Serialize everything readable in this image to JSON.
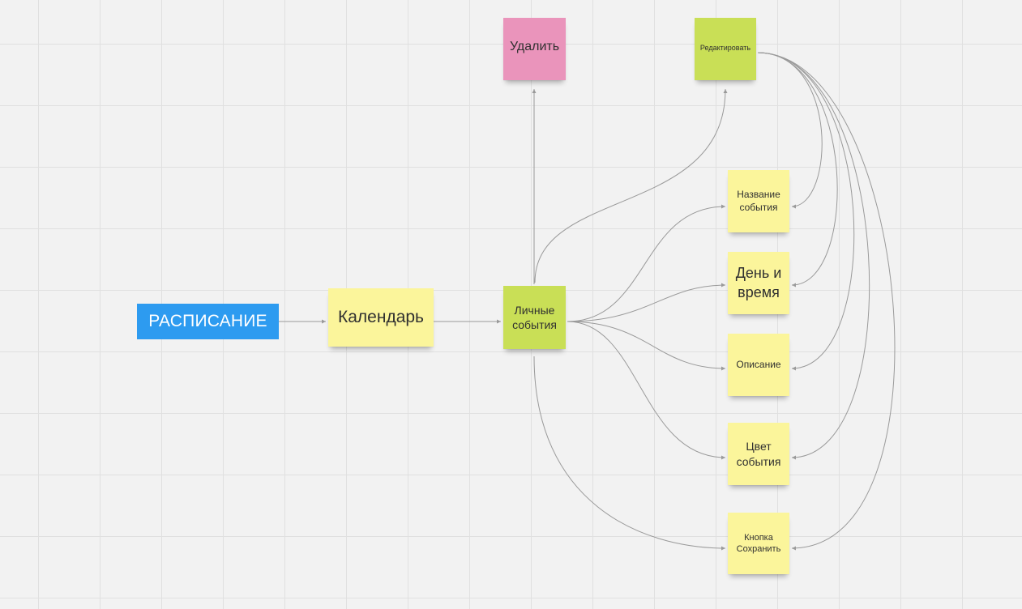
{
  "colors": {
    "canvas": "#f2f2f2",
    "grid": "#e0e0e0",
    "connector": "#9a9a9a",
    "title_fill": "#2d9bf0",
    "sticky_yellow": "#fbf59b",
    "sticky_green": "#c9df56",
    "sticky_pink": "#ea94bb"
  },
  "nodes": {
    "root": {
      "text": "РАСПИСАНИЕ",
      "shape": "rectangle",
      "color": "#2d9bf0"
    },
    "calendar": {
      "text": "Календарь",
      "color": "yellow"
    },
    "personal_events": {
      "text": "Личные\nсобытия",
      "color": "green"
    },
    "delete": {
      "text": "Удалить",
      "color": "pink"
    },
    "edit": {
      "text": "Редактировать",
      "color": "green"
    },
    "event_name": {
      "text": "Название\nсобытия",
      "color": "yellow"
    },
    "day_time": {
      "text": "День и\nвремя",
      "color": "yellow"
    },
    "description": {
      "text": "Описание",
      "color": "yellow"
    },
    "event_color": {
      "text": "Цвет\nсобытия",
      "color": "yellow"
    },
    "save_button": {
      "text": "Кнопка\nСохранить",
      "color": "yellow"
    }
  },
  "connectors": [
    {
      "from": "root",
      "to": "calendar",
      "style": "straight",
      "arrow": "end"
    },
    {
      "from": "calendar",
      "to": "personal_events",
      "style": "straight",
      "arrow": "end"
    },
    {
      "from": "personal_events",
      "to": "delete",
      "style": "straight",
      "arrow": "end"
    },
    {
      "from": "personal_events",
      "to": "edit",
      "style": "curved",
      "arrow": "end"
    },
    {
      "from": "personal_events",
      "to": "event_name",
      "style": "curved",
      "arrow": "end"
    },
    {
      "from": "personal_events",
      "to": "day_time",
      "style": "curved",
      "arrow": "end"
    },
    {
      "from": "personal_events",
      "to": "description",
      "style": "curved",
      "arrow": "end"
    },
    {
      "from": "personal_events",
      "to": "event_color",
      "style": "curved",
      "arrow": "end"
    },
    {
      "from": "personal_events",
      "to": "save_button",
      "style": "curved",
      "arrow": "end"
    },
    {
      "from": "edit",
      "to": "event_name",
      "style": "curved",
      "arrow": "end"
    },
    {
      "from": "edit",
      "to": "day_time",
      "style": "curved",
      "arrow": "end"
    },
    {
      "from": "edit",
      "to": "description",
      "style": "curved",
      "arrow": "end"
    },
    {
      "from": "edit",
      "to": "event_color",
      "style": "curved",
      "arrow": "end"
    },
    {
      "from": "edit",
      "to": "save_button",
      "style": "curved",
      "arrow": "end"
    }
  ]
}
